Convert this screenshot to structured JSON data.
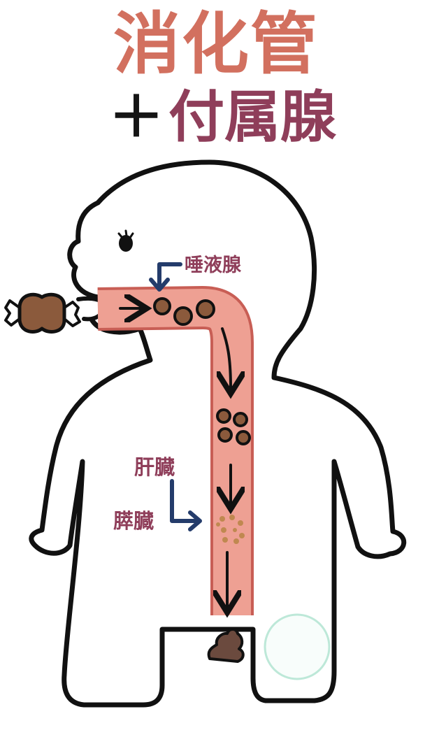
{
  "title": {
    "main": "消化管",
    "plus": "＋",
    "sub": "付属腺"
  },
  "labels": {
    "salivary": "唾液腺",
    "liver": "肝臓",
    "pancreas": "膵臓"
  },
  "colors": {
    "title_main": "#d2705f",
    "title_sub": "#8f3e5a",
    "tube_fill": "#eea093",
    "tube_stroke": "#c85e55",
    "arrow_label": "#243c6b",
    "food": "#8b5a3c",
    "outline": "#111111"
  }
}
